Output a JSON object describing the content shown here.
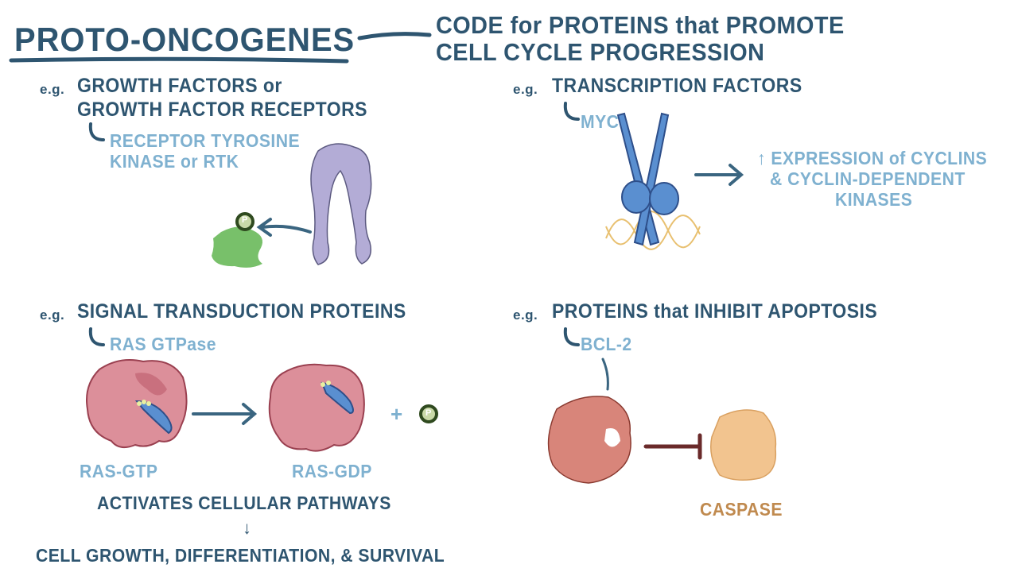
{
  "title": "PROTO-ONCOGENES",
  "definition": {
    "line1": "CODE for PROTEINS that PROMOTE",
    "line2": "CELL CYCLE PROGRESSION"
  },
  "eg_label": "e.g.",
  "growth": {
    "line1": "GROWTH FACTORS or",
    "line2": "GROWTH FACTOR RECEPTORS",
    "example1": "RECEPTOR TYROSINE",
    "example2": "KINASE or RTK",
    "phosphate": "P"
  },
  "transcription": {
    "heading": "TRANSCRIPTION FACTORS",
    "example": "MYC",
    "effect1": "↑ EXPRESSION of CYCLINS",
    "effect2": "& CYCLIN-DEPENDENT",
    "effect3": "KINASES"
  },
  "signal": {
    "heading": "SIGNAL TRANSDUCTION PROTEINS",
    "example": "RAS GTPase",
    "gtp_label": "RAS-GTP",
    "gdp_label": "RAS-GDP",
    "plus": "+",
    "phosphate": "P",
    "activates": "ACTIVATES CELLULAR PATHWAYS",
    "down_arrow": "↓",
    "outcome": "CELL GROWTH, DIFFERENTIATION, & SURVIVAL"
  },
  "apoptosis": {
    "heading_a": "PROTEINS that",
    "heading_b": "INHIBIT",
    "heading_c": "APOPTOSIS",
    "example": "BCL-2",
    "caspase": "CASPASE"
  },
  "colors": {
    "dark": "#2e5570",
    "light": "#7fb1d0",
    "rtk": "#b3acd6",
    "green": "#78c06a",
    "ras": "#dc8f9a",
    "myc": "#5a8fd0",
    "bcl2": "#d8857a",
    "caspase": "#f2c48f",
    "caspase_text": "#c08a4f"
  }
}
